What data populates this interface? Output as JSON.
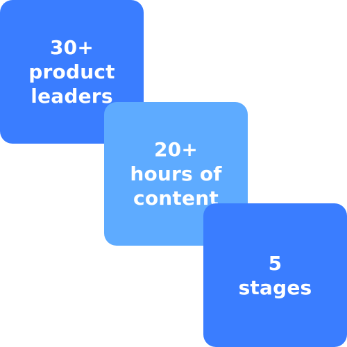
{
  "colors": {
    "primary_blue": "#3a7dff",
    "light_blue": "#5eabff",
    "text": "#ffffff",
    "background": "#ffffff"
  },
  "tiles": [
    {
      "lines": [
        "30+",
        "product",
        "leaders"
      ]
    },
    {
      "lines": [
        "20+",
        "hours of",
        "content"
      ]
    },
    {
      "lines": [
        "5",
        "stages"
      ]
    }
  ]
}
